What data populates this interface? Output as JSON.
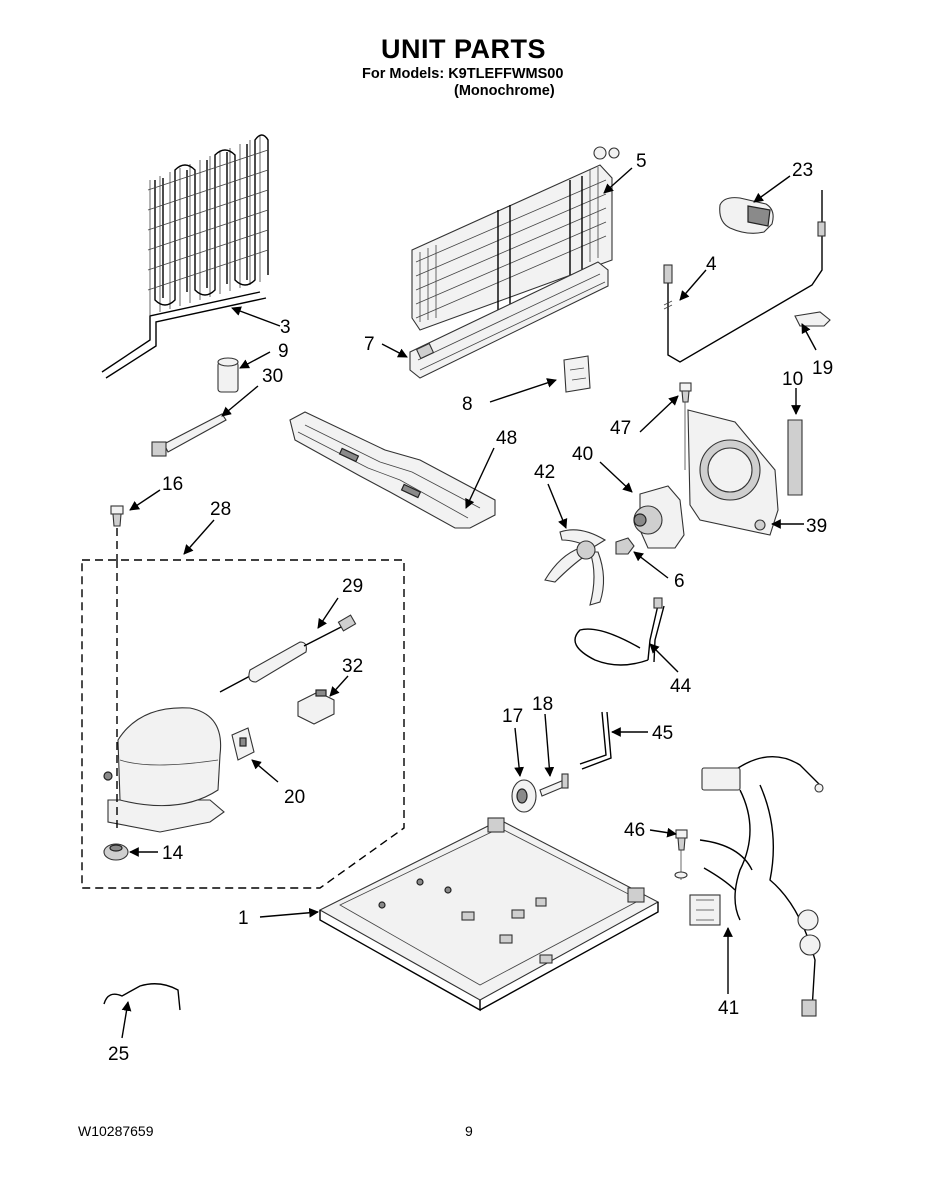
{
  "header": {
    "title": "UNIT PARTS",
    "models_line": "For Models: K9TLEFFWMS00",
    "variant_line": "(Monochrome)"
  },
  "footer": {
    "doc_number": "W10287659",
    "page_number": "9"
  },
  "callouts": [
    "1",
    "3",
    "4",
    "5",
    "6",
    "7",
    "8",
    "9",
    "10",
    "14",
    "16",
    "17",
    "18",
    "19",
    "20",
    "23",
    "25",
    "28",
    "29",
    "30",
    "32",
    "39",
    "40",
    "41",
    "42",
    "44",
    "45",
    "46",
    "47",
    "48"
  ]
}
